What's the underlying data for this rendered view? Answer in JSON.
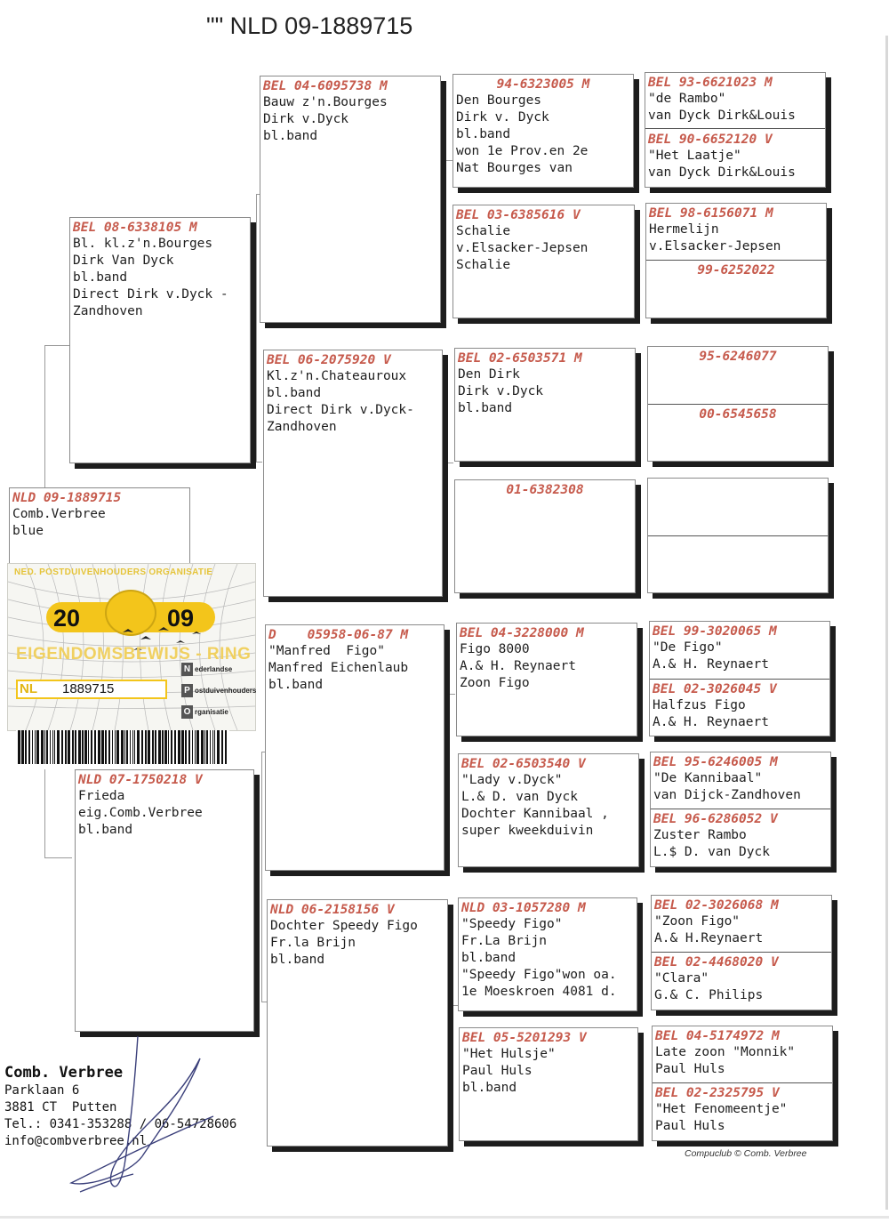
{
  "header": {
    "title": "\"\"  NLD 09-1889715"
  },
  "subject": {
    "ring": "NLD 09-1889715",
    "lines": [
      "",
      "Comb.Verbree",
      "blue"
    ]
  },
  "father": {
    "ring": "BEL 08-6338105 M",
    "lines": [
      "Bl. kl.z'n.Bourges",
      "Dirk Van Dyck",
      "bl.band",
      "Direct Dirk v.Dyck -",
      "Zandhoven"
    ]
  },
  "mother": {
    "ring": "NLD 07-1750218 V",
    "lines": [
      "Frieda",
      "eig.Comb.Verbree",
      "bl.band"
    ]
  },
  "ff": {
    "ring": "BEL 04-6095738 M",
    "lines": [
      "Bauw z'n.Bourges",
      "Dirk v.Dyck",
      "bl.band"
    ]
  },
  "fm": {
    "ring": "BEL 06-2075920 V",
    "lines": [
      "Kl.z'n.Chateauroux",
      "",
      "bl.band",
      "Direct Dirk v.Dyck-",
      "Zandhoven"
    ]
  },
  "mf": {
    "ring": "D    05958-06-87 M",
    "lines": [
      "\"Manfred  Figo\"",
      "Manfred Eichenlaub",
      "bl.band"
    ]
  },
  "mm": {
    "ring": "NLD 06-2158156 V",
    "lines": [
      "Dochter Speedy Figo",
      "Fr.la Brijn",
      "bl.band"
    ]
  },
  "fff": {
    "ring": "94-6323005 M",
    "lines": [
      "Den Bourges",
      "Dirk v. Dyck",
      "bl.band",
      "won 1e Prov.en 2e",
      "Nat Bourges van"
    ]
  },
  "ffm": {
    "ring": "BEL 03-6385616 V",
    "lines": [
      "Schalie",
      "v.Elsacker-Jepsen",
      "Schalie"
    ]
  },
  "fmf": {
    "ring": "BEL 02-6503571 M",
    "lines": [
      "Den Dirk",
      "Dirk v.Dyck",
      "bl.band"
    ]
  },
  "fmm": {
    "ring": "01-6382308",
    "lines": []
  },
  "mff": {
    "ring": "BEL 04-3228000 M",
    "lines": [
      "Figo 8000",
      "A.& H. Reynaert",
      "",
      "Zoon Figo"
    ]
  },
  "mfm": {
    "ring": "BEL 02-6503540 V",
    "lines": [
      "\"Lady v.Dyck\"",
      "L.& D. van Dyck",
      "",
      "Dochter Kannibaal ,",
      "super kweekduivin"
    ]
  },
  "mmf": {
    "ring": "NLD 03-1057280 M",
    "lines": [
      "\"Speedy Figo\"",
      "Fr.La Brijn",
      "bl.band",
      "\"Speedy Figo\"won oa.",
      "1e Moeskroen 4081 d."
    ]
  },
  "mmm": {
    "ring": "BEL 05-5201293 V",
    "lines": [
      "\"Het Hulsje\"",
      "Paul Huls",
      "bl.band"
    ]
  },
  "g1a": {
    "ring": "BEL 93-6621023 M",
    "lines": [
      "\"de Rambo\"",
      "van Dyck Dirk&Louis"
    ]
  },
  "g1b": {
    "ring": "BEL 90-6652120 V",
    "lines": [
      "\"Het Laatje\"",
      "van Dyck Dirk&Louis"
    ]
  },
  "g2a": {
    "ring": "BEL 98-6156071 M",
    "lines": [
      "Hermelijn",
      "v.Elsacker-Jepsen"
    ]
  },
  "g2b": {
    "ring": "99-6252022",
    "lines": []
  },
  "g3a": {
    "ring": "95-6246077",
    "lines": []
  },
  "g3b": {
    "ring": "00-6545658",
    "lines": []
  },
  "g4a": {
    "ring": "",
    "lines": []
  },
  "g4b": {
    "ring": "",
    "lines": []
  },
  "g5a": {
    "ring": "BEL 99-3020065 M",
    "lines": [
      "\"De Figo\"",
      "A.& H. Reynaert"
    ]
  },
  "g5b": {
    "ring": "BEL 02-3026045 V",
    "lines": [
      "Halfzus Figo",
      "A.& H. Reynaert"
    ]
  },
  "g6a": {
    "ring": "BEL 95-6246005 M",
    "lines": [
      "\"De Kannibaal\"",
      "van Dijck-Zandhoven"
    ]
  },
  "g6b": {
    "ring": "BEL 96-6286052 V",
    "lines": [
      "Zuster Rambo",
      "L.$ D. van Dyck"
    ]
  },
  "g7a": {
    "ring": "BEL 02-3026068 M",
    "lines": [
      "\"Zoon Figo\"",
      "A.& H.Reynaert"
    ]
  },
  "g7b": {
    "ring": "BEL 02-4468020 V",
    "lines": [
      "\"Clara\"",
      "G.& C. Philips"
    ]
  },
  "g8a": {
    "ring": "BEL 04-5174972 M",
    "lines": [
      "Late zoon \"Monnik\"",
      "Paul Huls"
    ]
  },
  "g8b": {
    "ring": "BEL 02-2325795 V",
    "lines": [
      "\"Het Fenomeentje\"",
      "Paul Huls"
    ]
  },
  "ring_card": {
    "org": "NED. POSTDUIVENHOUDERS ORGANISATIE",
    "year_left": "20",
    "year_right": "09",
    "banner": "EIGENDOMSBEWIJS - RING",
    "country": "NL",
    "number": "1889715",
    "npo": [
      "ederlandse",
      "ostduivenhouders",
      "rganisatie"
    ],
    "npo_letters": [
      "N",
      "P",
      "O"
    ]
  },
  "owner": {
    "name": "Comb. Verbree",
    "lines": [
      "Parklaan 6",
      "3881 CT  Putten",
      "Tel.: 0341-353288 / 06-54728606",
      "info@combverbree.nl"
    ]
  },
  "footer": "Compuclub © Comb. Verbree",
  "colors": {
    "ring_text": "#c65a4c",
    "sticker_yellow": "#f3c51b",
    "shadow": "#1d1d1d"
  }
}
